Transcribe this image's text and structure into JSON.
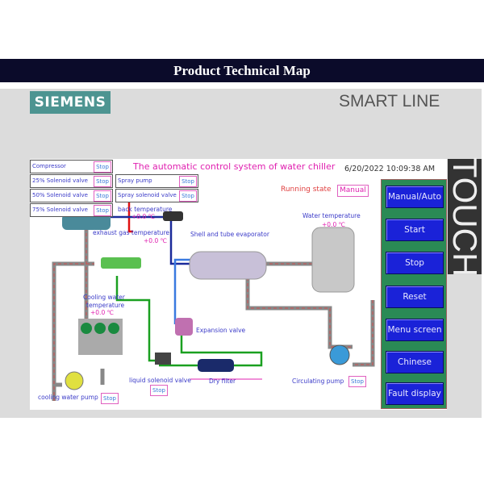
{
  "header": {
    "title": "Product Technical Map"
  },
  "brand": {
    "logo": "SIEMENS",
    "series": "SMART LINE",
    "touch": "TOUCH"
  },
  "screen": {
    "title": "The automatic control system of water chiller",
    "datetime": "6/20/2022 10:09:38 AM",
    "running_state_label": "Running state",
    "running_state_value": "Manual",
    "status_boxes": [
      {
        "label": "Compressor",
        "state": "Stop"
      },
      {
        "label": "25% Solenoid valve",
        "state": "Stop"
      },
      {
        "label": "50% Solenoid valve",
        "state": "Stop"
      },
      {
        "label": "75% Solenoid valve",
        "state": "Stop"
      },
      {
        "label": "Spray pump",
        "state": "Stop"
      },
      {
        "label": "Spray solenoid valve",
        "state": "Stop"
      }
    ],
    "back_temp": {
      "label": "back temperature",
      "value": "+0.0 ℃"
    },
    "exhaust_temp": {
      "label": "exhaust gas temperature",
      "value": "+0.0 ℃"
    },
    "evaporator": "Shell and tube evaporator",
    "water_temp": {
      "label": "Water temperature",
      "value": "+0.0 ℃"
    },
    "cooling_temp": {
      "label1": "Cooling water",
      "label2": "temperature",
      "value": "+0.0 ℃"
    },
    "expansion_valve": "Expansion valve",
    "liquid_valve": {
      "label": "liquid solenoid valve",
      "state": "Stop"
    },
    "dry_filter": "Dry filter",
    "circ_pump": {
      "label": "Circulating pump",
      "state": "Stop"
    },
    "cool_pump": {
      "label": "cooling water pump",
      "state": "Stop"
    }
  },
  "buttons": [
    "Manual/Auto",
    "Start",
    "Stop",
    "Reset",
    "Menu screen",
    "Chinese",
    "Fault display"
  ]
}
